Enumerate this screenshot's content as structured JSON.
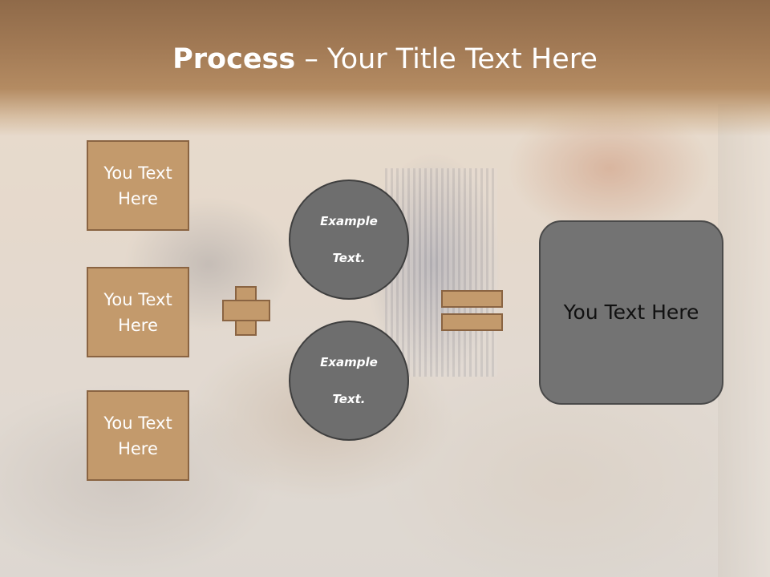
{
  "title": {
    "bold": "Process",
    "rest": " – Your Title Text Here"
  },
  "left_boxes": [
    {
      "line1": "You Text",
      "line2": "Here"
    },
    {
      "line1": "You Text",
      "line2": "Here"
    },
    {
      "line1": "You Text",
      "line2": "Here"
    }
  ],
  "circles": [
    {
      "line1": "Example",
      "line2": "Text."
    },
    {
      "line1": "Example",
      "line2": "Text."
    }
  ],
  "result": {
    "label": "You Text Here"
  },
  "colors": {
    "header": "#a27a55",
    "box_fill": "#c39a6c",
    "box_border": "#8a6442",
    "circle_fill": "#6e6e6e",
    "result_fill": "#737373"
  }
}
